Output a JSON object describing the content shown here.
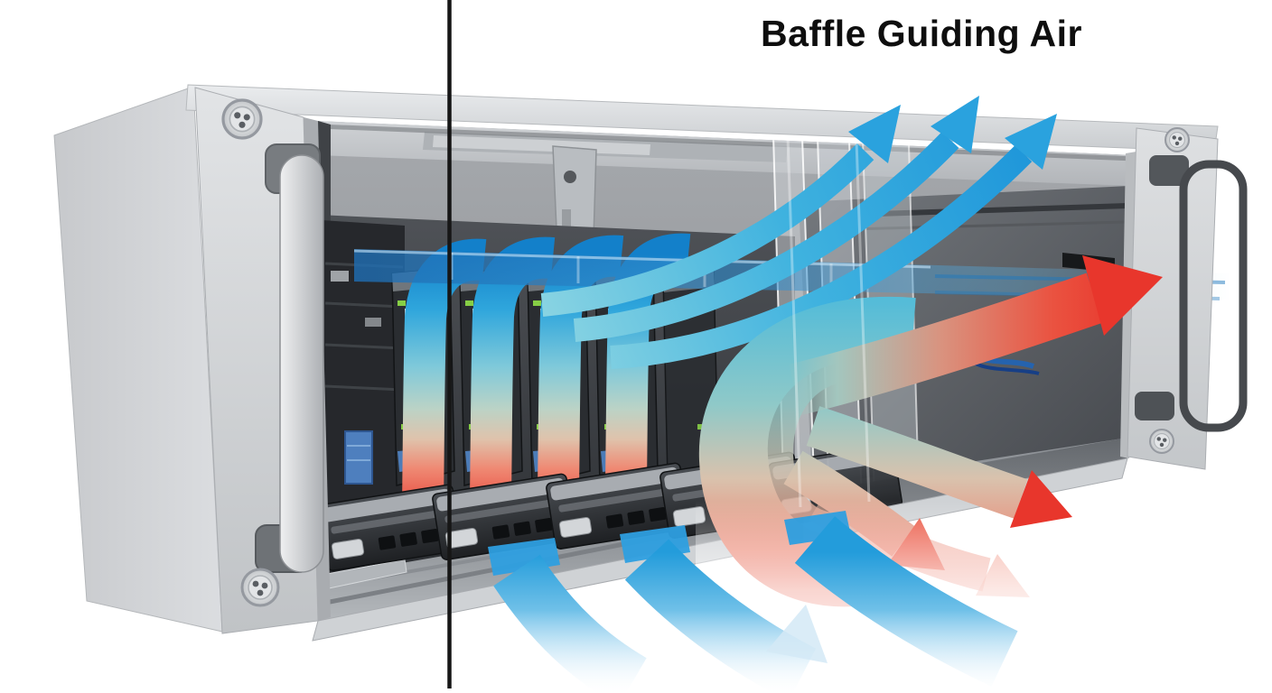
{
  "figure": {
    "title": "Baffle Guiding Air"
  },
  "colors": {
    "cool_air": "#2AA2DE",
    "cool_air_light": "#7ECFE0",
    "hot_air": "#E8362C",
    "hot_air_deep": "#D92B22",
    "chassis_light": "#D6D8DB",
    "chassis_mid": "#A9ACB0",
    "interior_dark": "#55585D",
    "divider": "#161616",
    "background": "#FFFFFF"
  },
  "icons": {
    "cool_airflow": "curved-blue-arrow",
    "hot_airflow": "curved-red-arrow",
    "screw": "screw-head-icon"
  }
}
